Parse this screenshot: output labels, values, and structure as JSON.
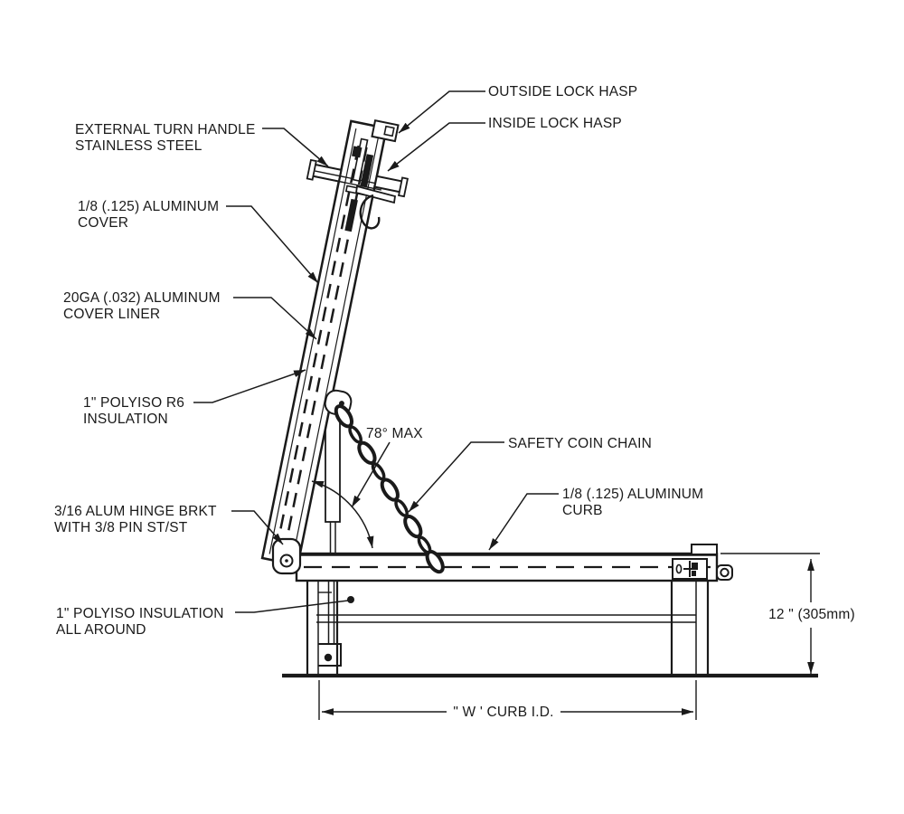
{
  "drawing": {
    "title": "Roof hatch cross-section",
    "colors": {
      "line": "#1a1a1a",
      "background": "#ffffff"
    }
  },
  "labels": {
    "outside_lock_hasp": [
      "OUTSIDE LOCK HASP"
    ],
    "inside_lock_hasp": [
      "INSIDE LOCK HASP"
    ],
    "external_turn_handle": [
      "EXTERNAL TURN HANDLE",
      "STAINLESS STEEL"
    ],
    "aluminum_cover": [
      "1/8 (.125) ALUMINUM",
      "COVER"
    ],
    "aluminum_cover_liner": [
      "20GA (.032) ALUMINUM",
      "COVER LINER"
    ],
    "polyiso_r6_insulation": [
      "1\" POLYISO R6",
      "INSULATION"
    ],
    "hinge_bracket": [
      "3/16 ALUM HINGE BRKT",
      "WITH 3/8  PIN ST/ST"
    ],
    "polyiso_all_around": [
      "1\" POLYISO INSULATION",
      "ALL AROUND"
    ],
    "angle_max": [
      "78°  MAX"
    ],
    "safety_coin_chain": [
      "SAFETY COIN CHAIN"
    ],
    "aluminum_curb": [
      "1/8 (.125) ALUMINUM",
      "CURB"
    ]
  },
  "dimensions": {
    "curb_height": "12 \" (305mm)",
    "curb_width": "\" W ' CURB I.D."
  }
}
